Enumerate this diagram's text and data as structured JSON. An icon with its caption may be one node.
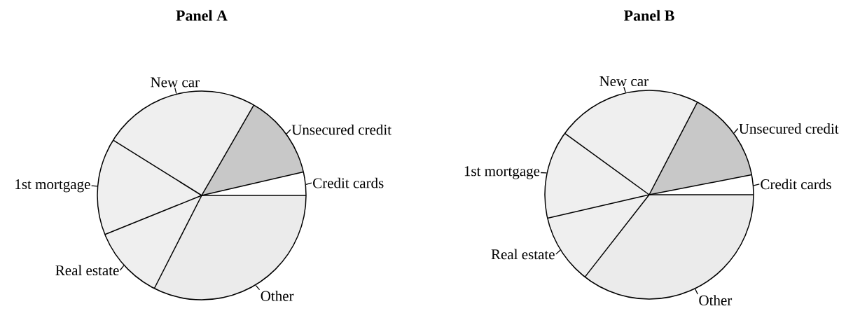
{
  "diagram": {
    "nodes": [
      {
        "text": [
          "New car"
        ]
      },
      {
        "text": [
          "Unsecured credit"
        ]
      },
      {
        "text": [
          "1st mortgage"
        ]
      },
      {
        "text": [
          "Credit cards"
        ]
      },
      {
        "text": [
          "Real estate"
        ]
      },
      {
        "text": [
          "Other"
        ]
      },
      {
        "text": [],
        "shape": "circle"
      },
      {
        "text": [
          "New car"
        ]
      },
      {
        "text": [
          "Unsecured credit"
        ]
      },
      {
        "text": [
          "1st mortgage"
        ]
      },
      {
        "text": [
          "Credit cards"
        ]
      },
      {
        "text": [
          "Real estate"
        ]
      },
      {
        "text": [
          "Other"
        ]
      },
      {
        "text": [],
        "shape": "circle"
      }
    ],
    "edges": [
      {
        "from": 0,
        "to": 6,
        "arrow": "none"
      },
      {
        "from": 1,
        "to": 6,
        "arrow": "none"
      },
      {
        "from": 2,
        "to": 6,
        "arrow": "none"
      },
      {
        "from": 3,
        "to": 6,
        "arrow": "none"
      },
      {
        "from": 4,
        "to": 6,
        "arrow": "none"
      },
      {
        "from": 5,
        "to": 6,
        "arrow": "none"
      },
      {
        "from": 7,
        "to": 13,
        "arrow": "none"
      },
      {
        "from": 8,
        "to": 13,
        "arrow": "none"
      },
      {
        "from": 9,
        "to": 13,
        "arrow": "none"
      },
      {
        "from": 10,
        "to": 13,
        "arrow": "none"
      },
      {
        "from": 11,
        "to": 13,
        "arrow": "none"
      },
      {
        "from": 12,
        "to": 13,
        "arrow": "none"
      }
    ],
    "labels": [
      "Panel A",
      "Panel B"
    ]
  }
}
